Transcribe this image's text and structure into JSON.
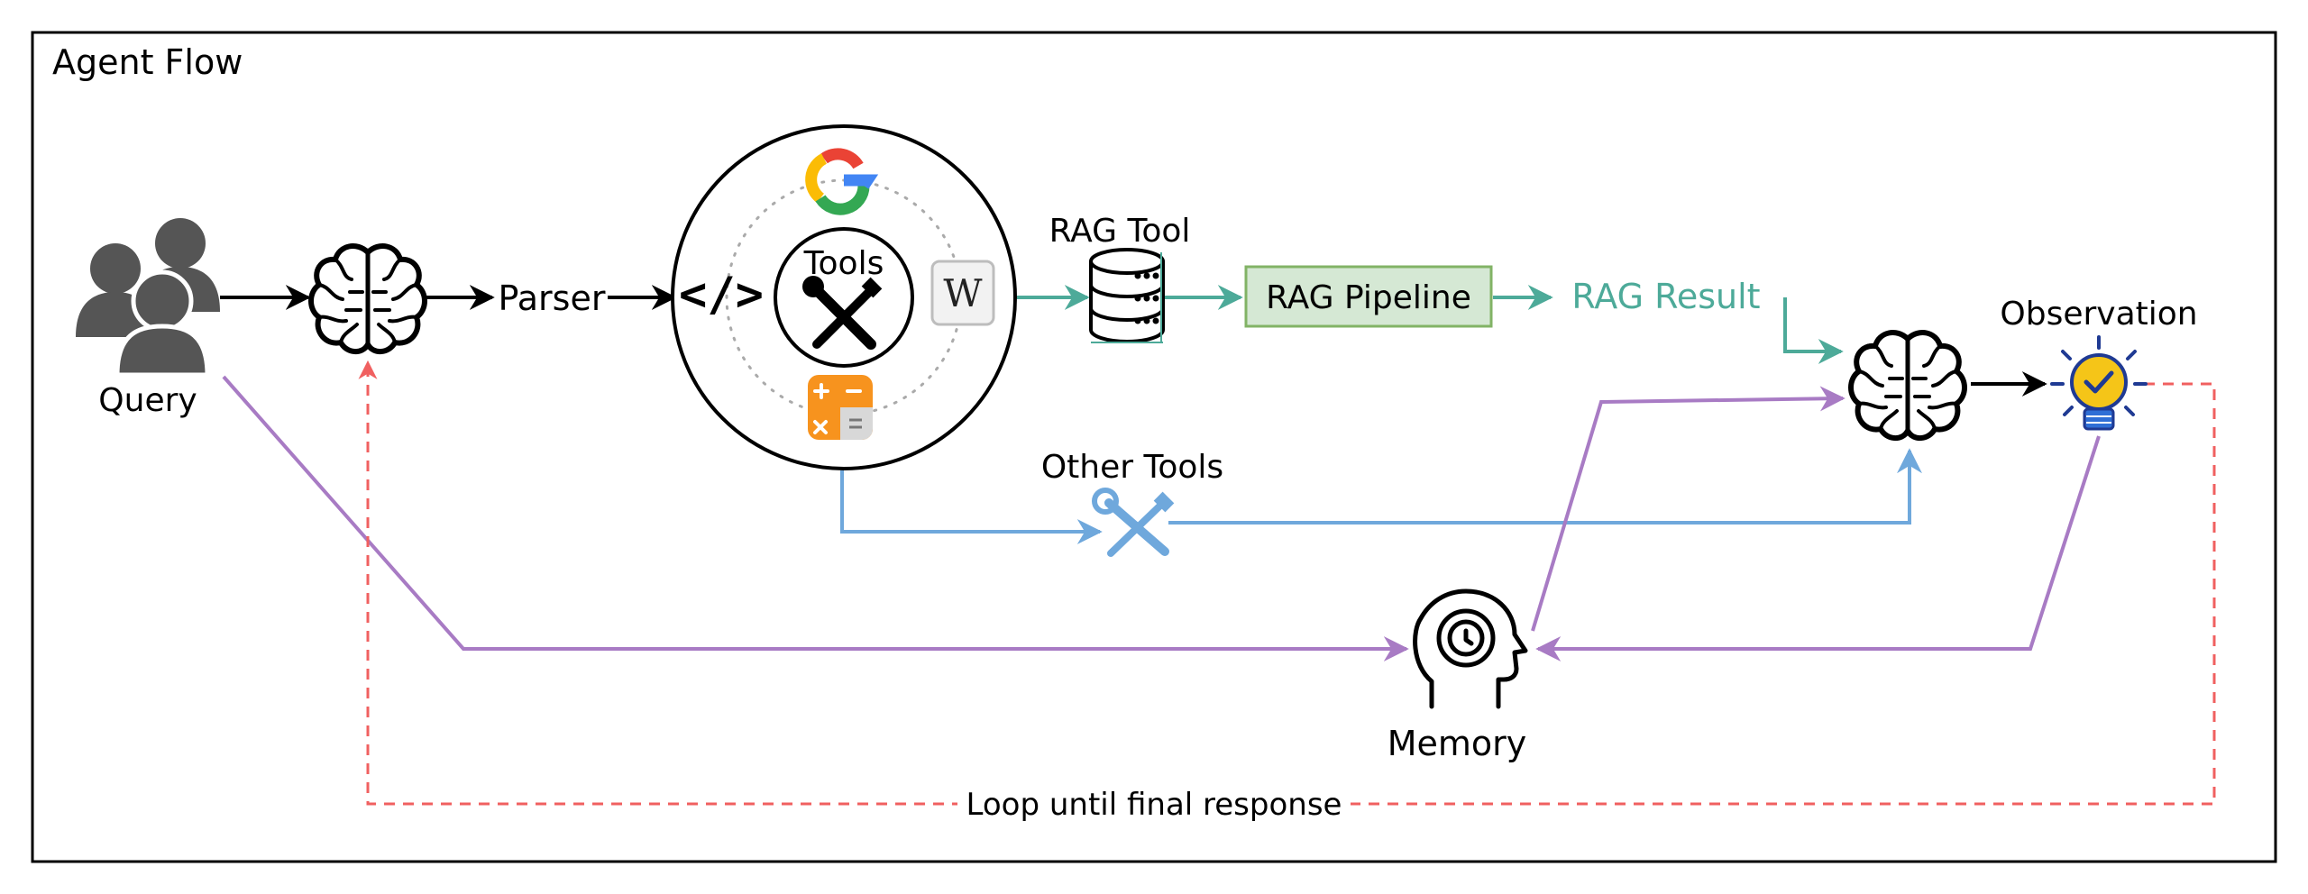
{
  "title": "Agent Flow",
  "labels": {
    "query": "Query",
    "parser": "Parser",
    "tools": "Tools",
    "rag_tool": "RAG Tool",
    "rag_pipeline": "RAG Pipeline",
    "rag_result": "RAG Result",
    "observation": "Observation",
    "other_tools": "Other Tools",
    "memory": "Memory",
    "loop": "Loop until final response",
    "wiki_letter": "W",
    "code_symbol": "</>"
  },
  "colors": {
    "black": "#000000",
    "rag_green": "#4daa99",
    "pipeline_fill": "#d5e8d4",
    "pipeline_border": "#82b366",
    "other_blue": "#6fa8dc",
    "memory_purple": "#a87bc4",
    "loop_red": "#f06060",
    "user_gray": "#555555",
    "bulb_yellow": "#f5c518",
    "bulb_blue": "#2f6fd6",
    "calc_orange": "#f7931e"
  },
  "icons": [
    "users-icon",
    "brain-icon",
    "code-icon",
    "google-icon",
    "wikipedia-icon",
    "calculator-icon",
    "tools-icon",
    "database-icon",
    "wrench-icon",
    "memory-head-icon",
    "lightbulb-icon"
  ]
}
